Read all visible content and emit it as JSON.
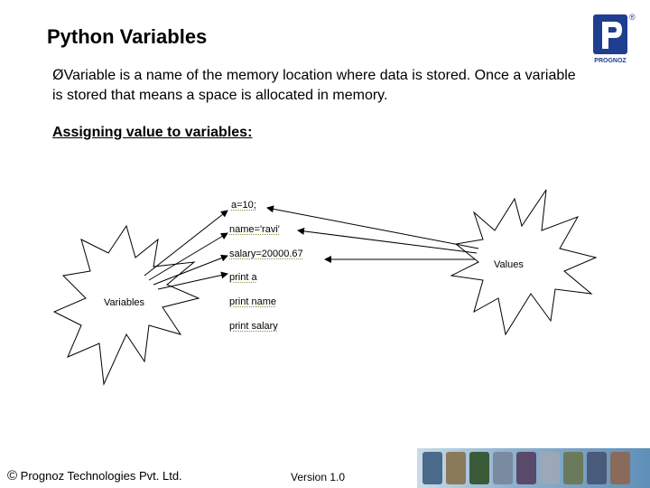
{
  "slide": {
    "title": "Python Variables",
    "bullet_marker": "Ø",
    "bullet_text": "Variable is a name of the memory location where data is stored. Once a variable is stored that means a space is allocated in memory.",
    "subheading": "Assigning value to variables:"
  },
  "logo": {
    "letter": "P",
    "name": "PROGNOZ",
    "registered": "®",
    "color": "#1f3e8f"
  },
  "diagram": {
    "left_label": "Variables",
    "right_label": "Values",
    "code_lines": [
      "a=10;",
      "name='ravi'",
      "salary=20000.67",
      "print a",
      "print name",
      "print salary"
    ]
  },
  "footer": {
    "copyright_symbol": "©",
    "copyright_text": " Prognoz Technologies Pvt. Ltd.",
    "version": "Version 1.0"
  }
}
